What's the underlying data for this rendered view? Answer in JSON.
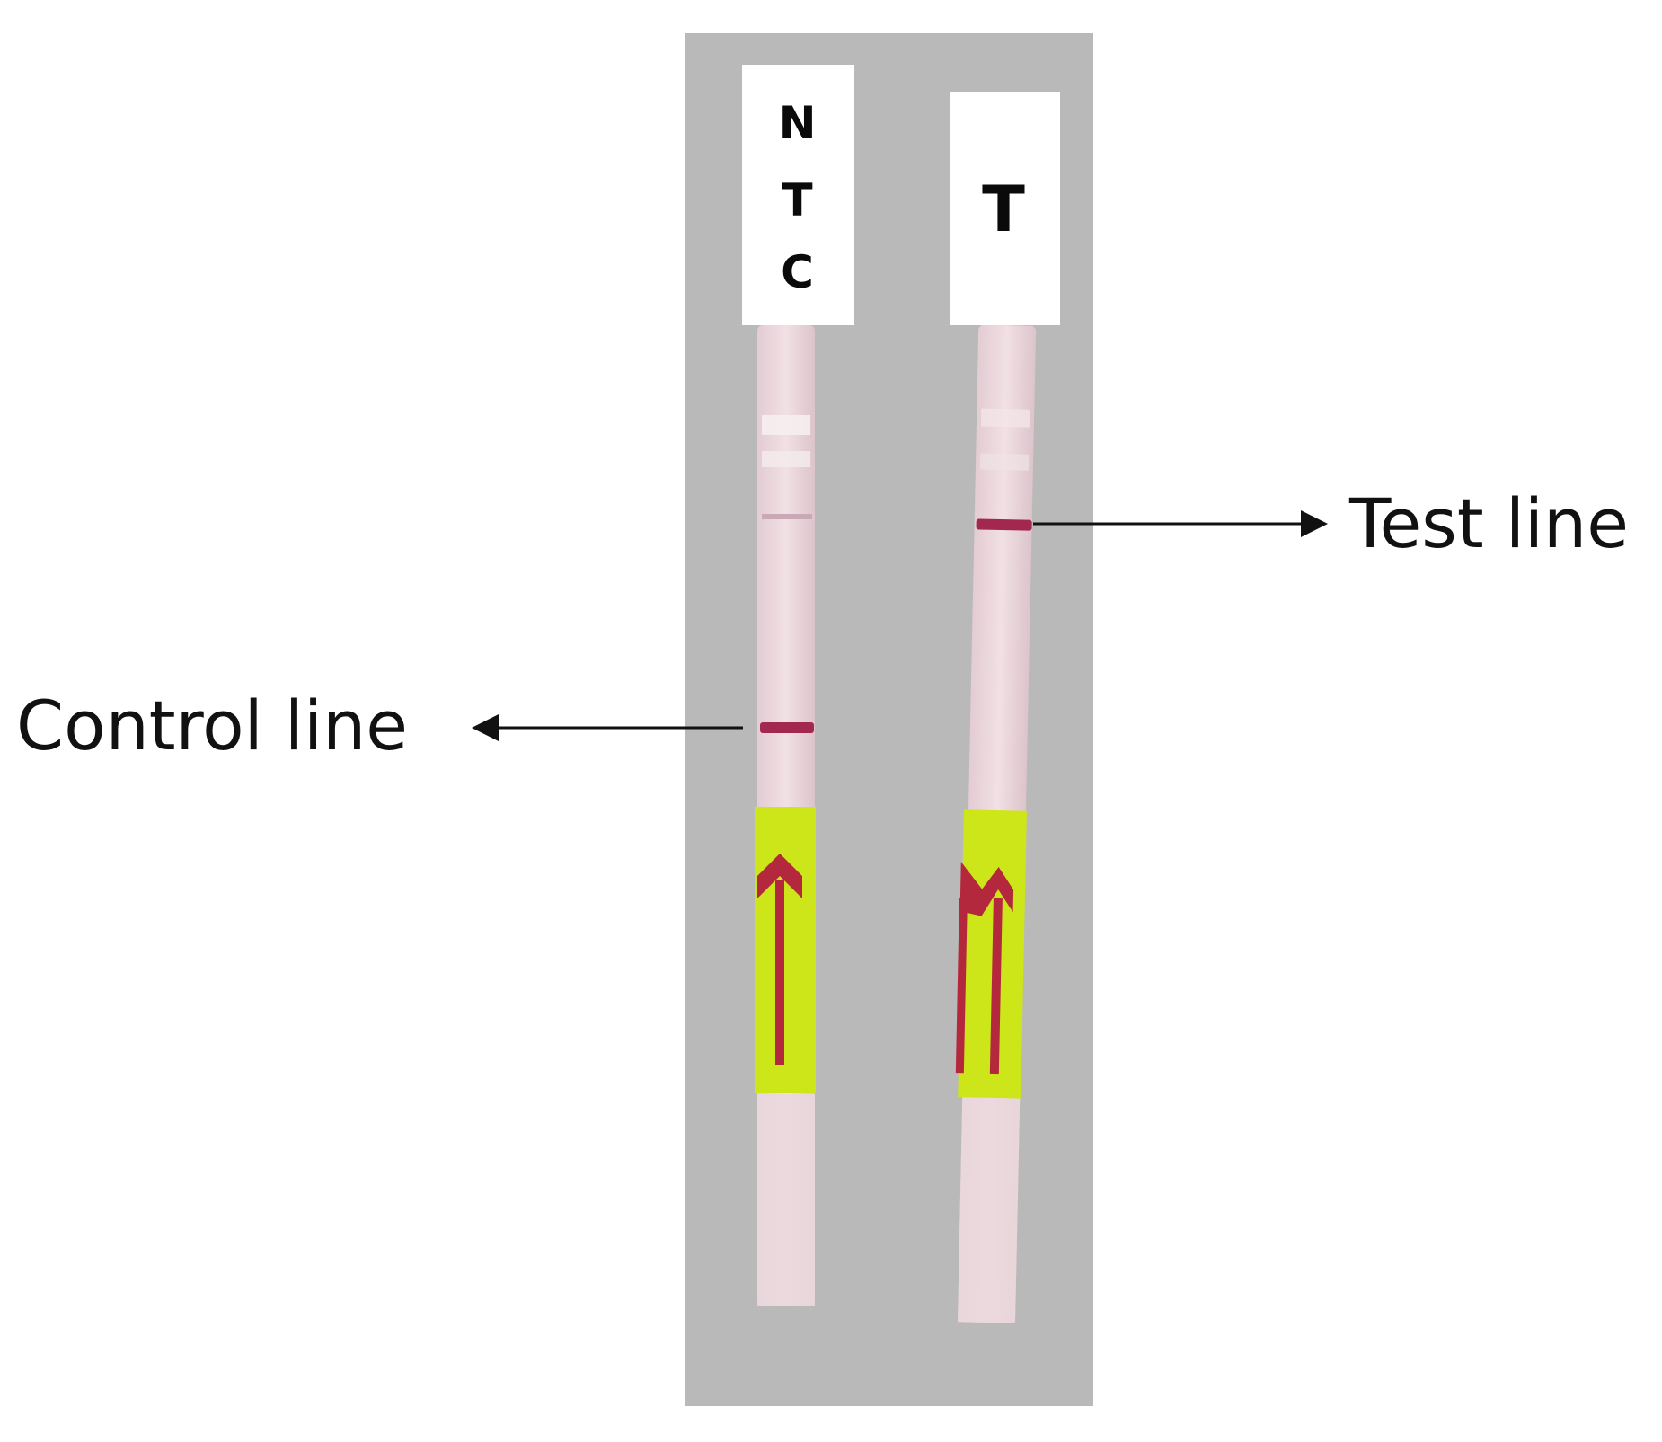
{
  "strip_labels": {
    "ntc": [
      "N",
      "T",
      "C"
    ],
    "test": "T"
  },
  "callouts": {
    "control_line": "Control line",
    "test_line": "Test line"
  },
  "colors": {
    "board": "#b9b9b9",
    "strip": "#ecd7dc",
    "band": "#a3284f",
    "pad": "#cde619",
    "pad_arrow": "#b3283c"
  }
}
